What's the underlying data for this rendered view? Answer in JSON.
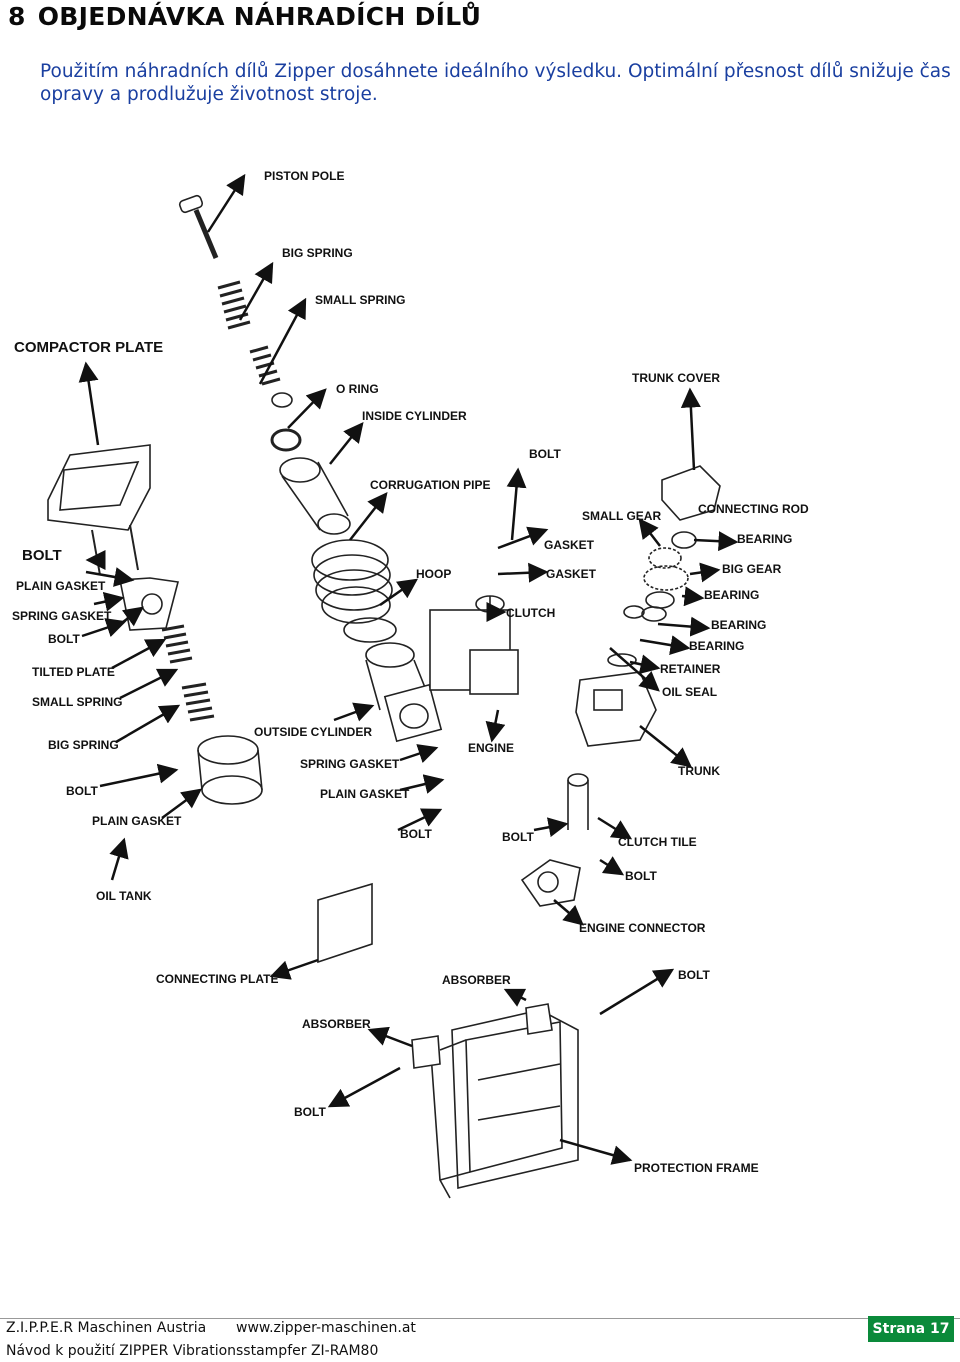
{
  "header": {
    "number": "8",
    "title": "OBJEDNÁVKA NÁHRADÍCH DÍLŮ"
  },
  "intro": "Použitím náhradních dílů Zipper dosáhnete ideálního výsledku. Optimální přesnost dílů snižuje čas opravy a prodlužuje životnost stroje.",
  "labels": {
    "piston_pole": "PISTON  POLE",
    "big_spring_top": "BIG SPRING",
    "small_spring_top": "SMALL SPRING",
    "compactor_plate": "COMPACTOR PLATE",
    "o_ring": "O RING",
    "inside_cylinder": "INSIDE CYLINDER",
    "trunk_cover": "TRUNK COVER",
    "bolt_top": "BOLT",
    "corrugation_pipe": "CORRUGATION PIPE",
    "small_gear": "SMALL GEAR",
    "connecting_rod": "CONNECTING ROD",
    "bolt_left": "BOLT",
    "gasket1": "GASKET",
    "bearing1": "BEARING",
    "plain_gasket_left": "PLAIN GASKET",
    "hoop": "HOOP",
    "gasket2": "GASKET",
    "big_gear": "BIG GEAR",
    "spring_gasket_left": "SPRING GASKET",
    "bearing2": "BEARING",
    "clutch": "CLUTCH",
    "bolt_left2": "BOLT",
    "bearing3": "BEARING",
    "bearing4": "BEARING",
    "tilted_plate": "TILTED PLATE",
    "retainer": "RETAINER",
    "oil_seal": "OIL SEAL",
    "small_spring_low": "SMALL SPRING",
    "outside_cylinder": "OUTSIDE CYLINDER",
    "big_spring_low": "BIG SPRING",
    "engine": "ENGINE",
    "spring_gasket_mid": "SPRING GASKET",
    "trunk": "TRUNK",
    "bolt_low_left": "BOLT",
    "plain_gasket_mid": "PLAIN GASKET",
    "plain_gasket_low": "PLAIN GASKET",
    "bolt_mid": "BOLT",
    "bolt_mid2": "BOLT",
    "clutch_tile": "CLUTCH TILE",
    "bolt_right": "BOLT",
    "oil_tank": "OIL TANK",
    "engine_connector": "ENGINE CONNECTOR",
    "connecting_plate": "CONNECTING PLATE",
    "absorber1": "ABSORBER",
    "bolt_frame": "BOLT",
    "absorber2": "ABSORBER",
    "bolt_bottom": "BOLT",
    "protection_frame": "PROTECTION FRAME"
  },
  "footer": {
    "company": "Z.I.P.P.E.R Maschinen Austria",
    "website": "www.zipper-maschinen.at",
    "manual": "Návod k použití ZIPPER Vibrationsstampfer ZI-RAM80",
    "page": "Strana 17"
  },
  "colors": {
    "intro_text": "#1a3fa0",
    "badge": "#0a8a3a"
  }
}
